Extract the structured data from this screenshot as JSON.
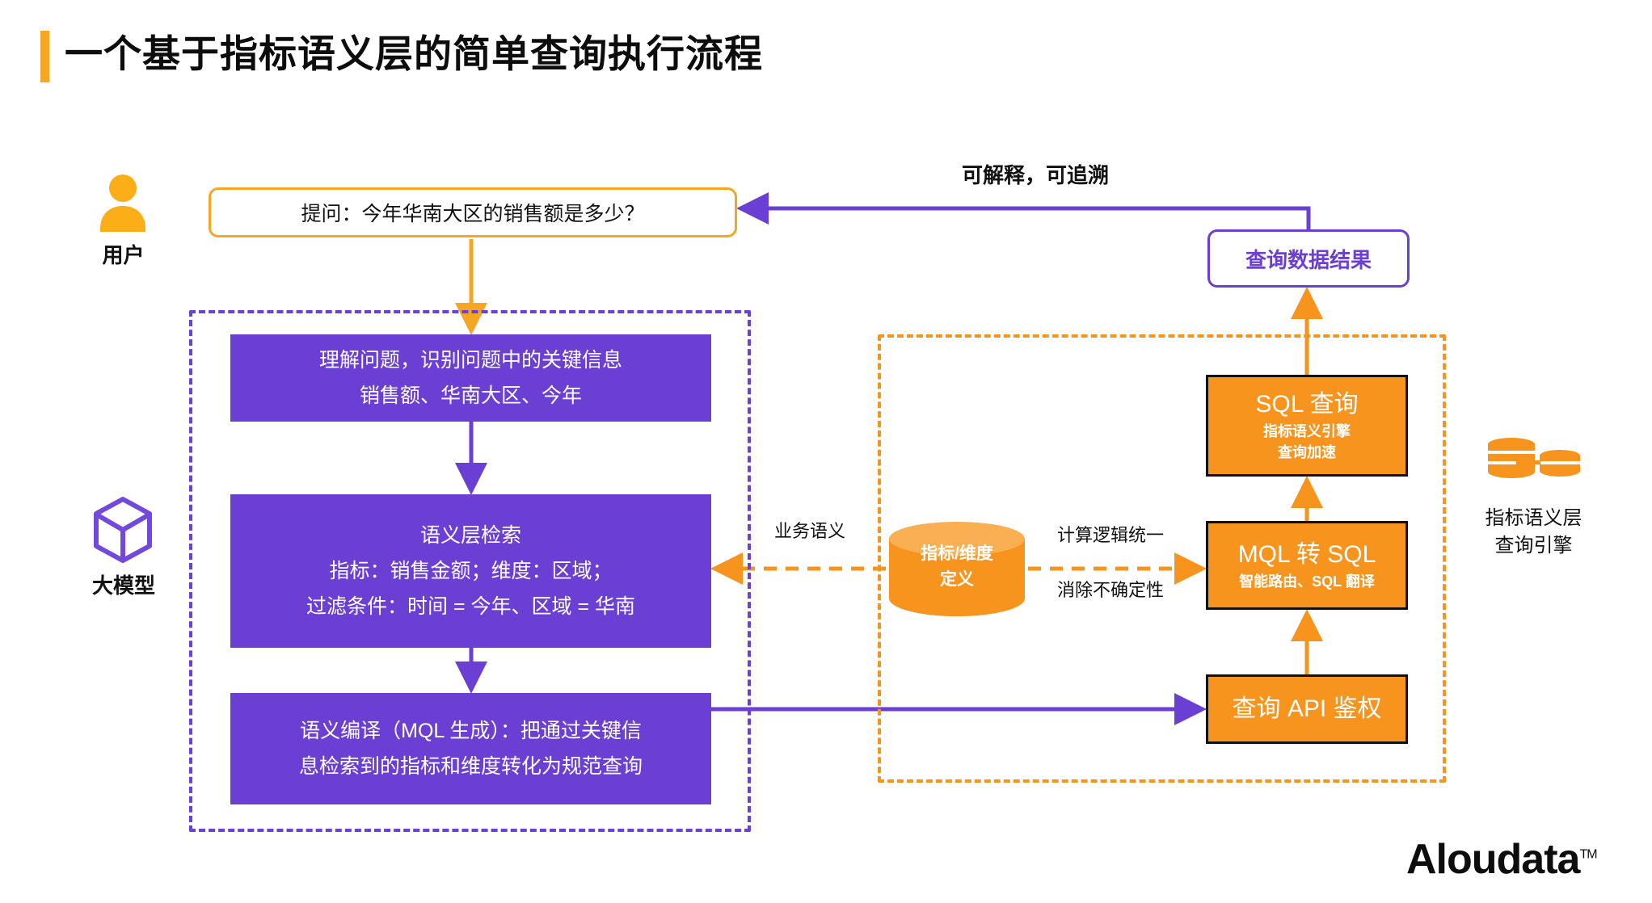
{
  "title": "一个基于指标语义层的简单查询执行流程",
  "colors": {
    "accent_orange": "#F7941E",
    "title_bar": "#F5A623",
    "purple": "#6B3FD4",
    "purple_border": "#6B40D8",
    "text": "#111111"
  },
  "actors": {
    "user": {
      "label": "用户",
      "icon": "user-icon"
    },
    "llm": {
      "label": "大模型",
      "icon": "cube-icon"
    }
  },
  "question": {
    "text": "提问：今年华南大区的销售额是多少？"
  },
  "llm_steps": [
    {
      "name": "understand",
      "lines": [
        "理解问题，识别问题中的关键信息",
        "销售额、华南大区、今年"
      ]
    },
    {
      "name": "retrieve",
      "lines": [
        "语义层检索",
        "指标：销售金额；维度：区域；",
        "过滤条件：时间 = 今年、区域 = 华南"
      ]
    },
    {
      "name": "compile",
      "lines": [
        "语义编译（MQL 生成）：把通过关键信",
        "息检索到的指标和维度转化为规范查询"
      ]
    }
  ],
  "engine_steps": [
    {
      "name": "sql-query",
      "title": "SQL 查询",
      "subtitle": [
        "指标语义引擎",
        "查询加速"
      ]
    },
    {
      "name": "mql-to-sql",
      "title": "MQL 转 SQL",
      "subtitle": [
        "智能路由、SQL 翻译"
      ]
    },
    {
      "name": "query-api-auth",
      "title": "查询 API 鉴权",
      "subtitle": []
    }
  ],
  "metric_store": {
    "lines": [
      "指标/维度",
      "定义"
    ]
  },
  "edge_labels": {
    "business_semantics": "业务语义",
    "unified_logic": "计算逻辑统一",
    "remove_uncertainty": "消除不确定性",
    "traceability": "可解释，可追溯"
  },
  "result": {
    "label": "查询数据结果"
  },
  "engine_legend": {
    "lines": [
      "指标语义层",
      "查询引擎"
    ],
    "icon": "database-icon"
  },
  "logo": {
    "text": "Aloudata",
    "mark": "TM"
  }
}
